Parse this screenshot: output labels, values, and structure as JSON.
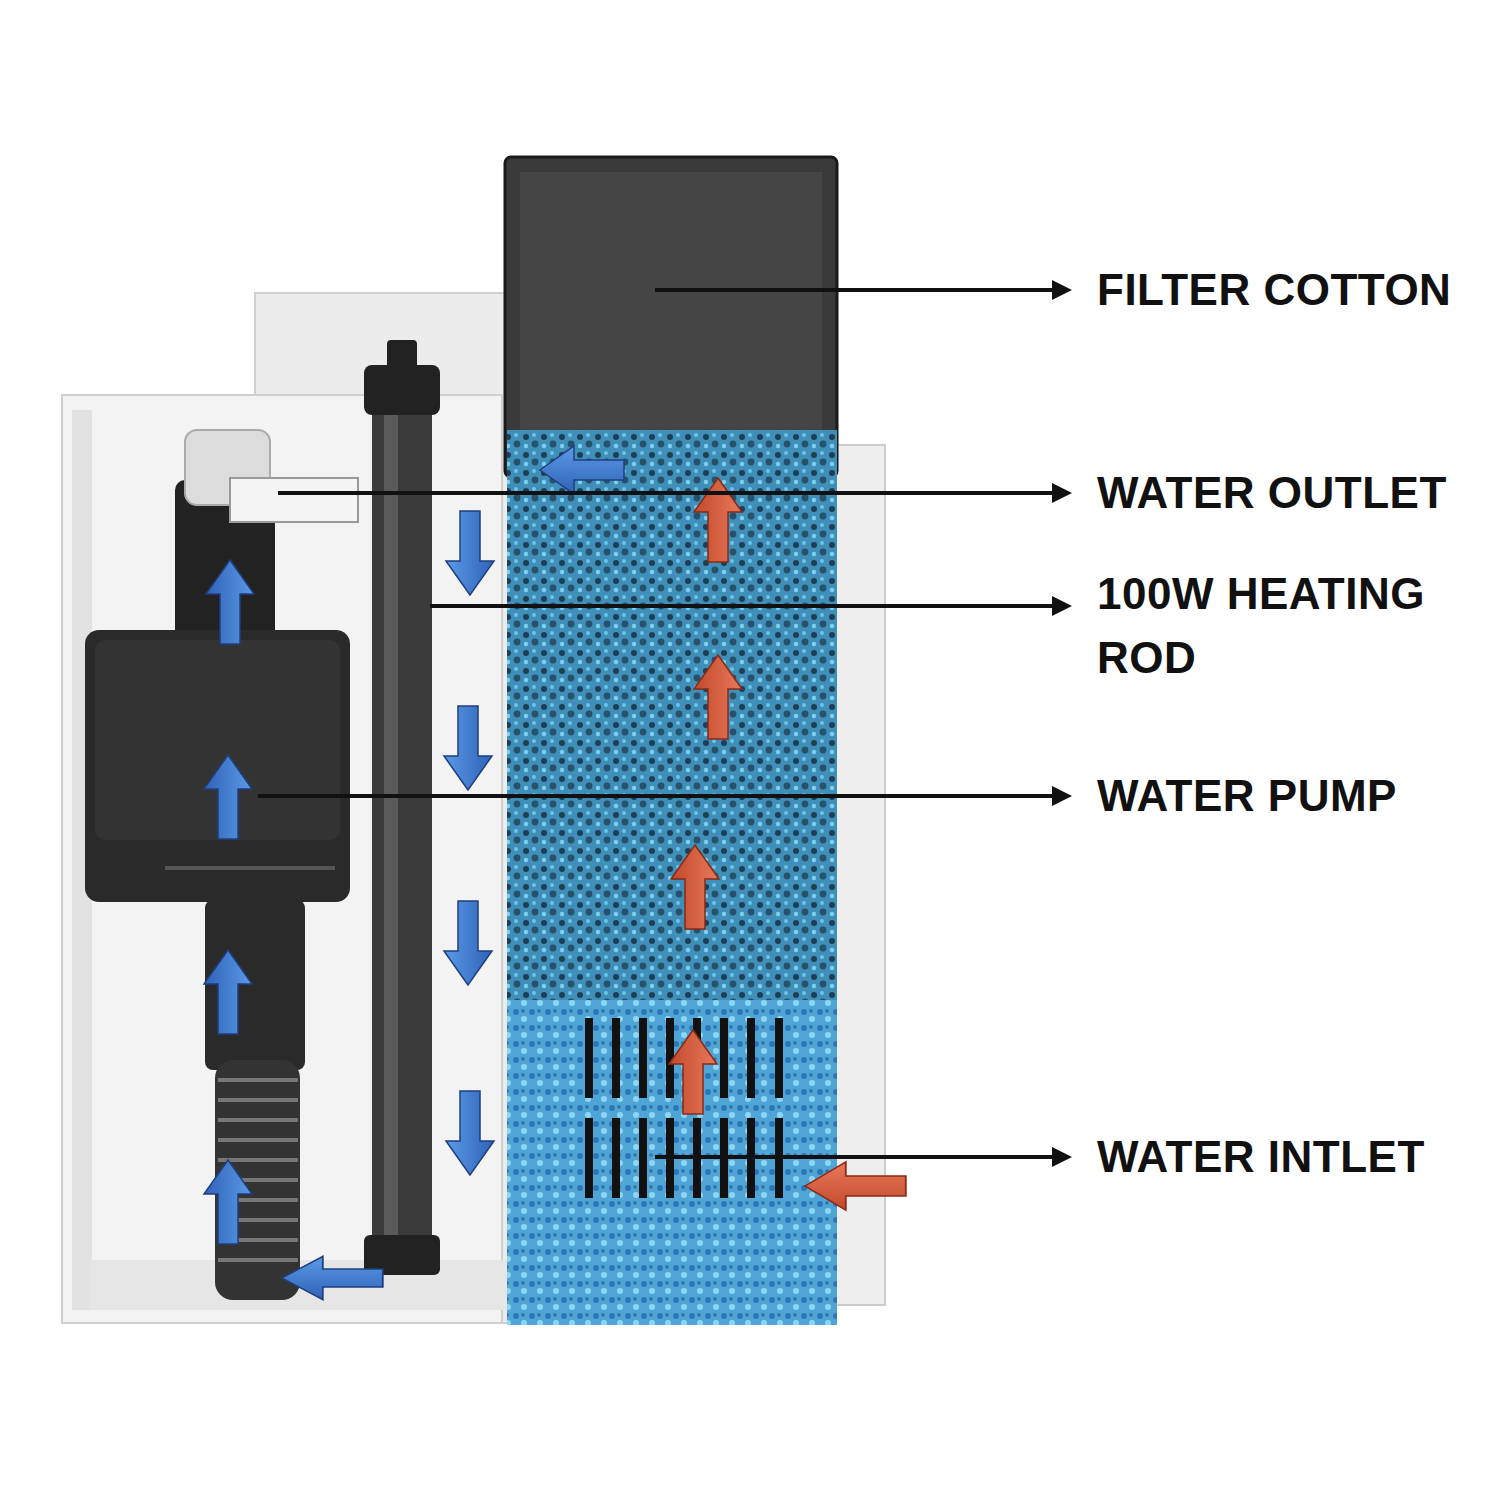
{
  "diagram": {
    "labels": [
      "FILTER COTTON",
      "WATER OUTLET",
      "100W HEATING ROD",
      "WATER PUMP",
      "WATER INTLET"
    ]
  }
}
